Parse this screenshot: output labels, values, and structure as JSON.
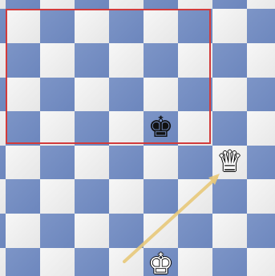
{
  "board": {
    "files": 8,
    "ranks": 8,
    "light_color": "#eeeeee",
    "dark_color": "#7690c4",
    "highlight_color": "#d23b3b",
    "arrow_color": "#e8c97a"
  },
  "highlighted_region": {
    "from": "a5",
    "to": "f8"
  },
  "pieces": [
    {
      "name": "black-king",
      "square": "e5",
      "glyph": "♚",
      "side": "black"
    },
    {
      "name": "white-queen",
      "square": "g4",
      "glyph": "♛",
      "side": "white"
    },
    {
      "name": "white-king",
      "square": "e1",
      "glyph": "♚",
      "side": "white"
    }
  ],
  "arrow": {
    "from": "d1",
    "to": "g4"
  }
}
